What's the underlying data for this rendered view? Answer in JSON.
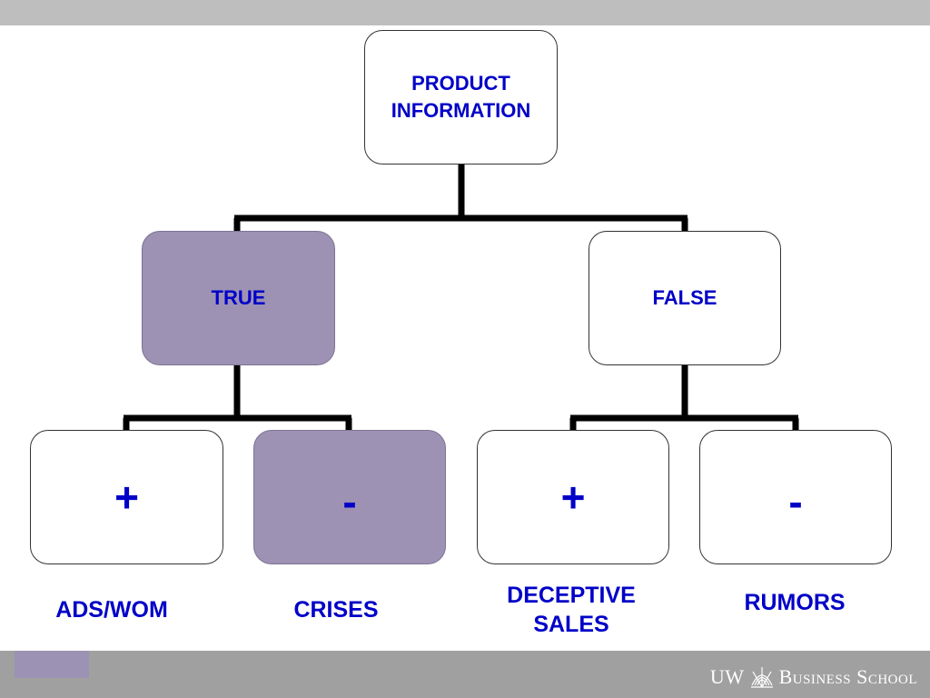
{
  "colors": {
    "text_blue": "#0000c8",
    "highlight_fill": "#9d92b4",
    "top_bar": "#bebebe",
    "bottom_bar": "#a0a0a0",
    "accent": "#9c92b3"
  },
  "tree": {
    "root": "PRODUCT\nINFORMATION",
    "true_node": "TRUE",
    "false_node": "FALSE",
    "true_plus": "+",
    "true_minus": "-",
    "false_plus": "+",
    "false_minus": "-"
  },
  "labels": {
    "ads_wom": "ADS/WOM",
    "crises": "CRISES",
    "deceptive_sales": "DECEPTIVE\nSALES",
    "rumors": "RUMORS"
  },
  "footer": {
    "logo_uw": "UW",
    "logo_school": "Business School",
    "logo_icon": "sunburst-icon"
  }
}
